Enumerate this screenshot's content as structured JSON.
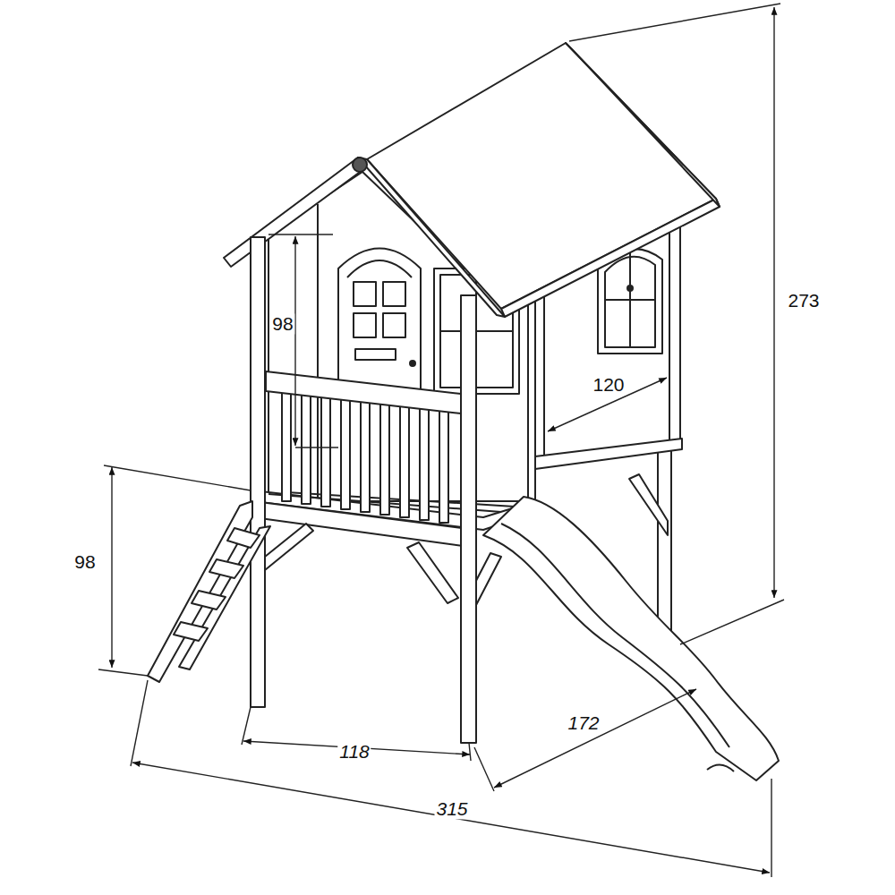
{
  "diagram": {
    "labels": [
      "98",
      "273",
      "120",
      "98",
      "172",
      "118",
      "315"
    ]
  }
}
